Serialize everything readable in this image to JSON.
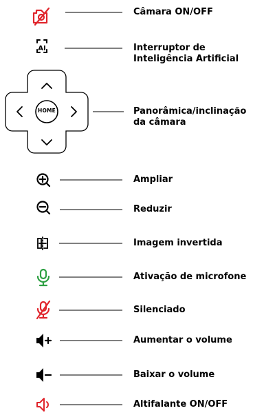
{
  "colors": {
    "red": "#e0242b",
    "green": "#2ea043",
    "ink": "#000000"
  },
  "home_button_text": "HOME",
  "items": [
    {
      "icon": "camera-off-icon",
      "label": "Câmara ON/OFF"
    },
    {
      "icon": "ai-icon",
      "label": "Interruptor de Inteligência Artificial"
    },
    {
      "icon": "dpad-icon",
      "label": "Panorâmica/inclinação da câmara"
    },
    {
      "icon": "zoom-in-icon",
      "label": "Ampliar"
    },
    {
      "icon": "zoom-out-icon",
      "label": "Reduzir"
    },
    {
      "icon": "mirror-image-icon",
      "label": "Imagem invertida"
    },
    {
      "icon": "microphone-icon",
      "label": "Ativação de microfone"
    },
    {
      "icon": "microphone-muted-icon",
      "label": "Silenciado"
    },
    {
      "icon": "volume-up-icon",
      "label": "Aumentar o volume"
    },
    {
      "icon": "volume-down-icon",
      "label": "Baixar o volume"
    },
    {
      "icon": "speaker-icon",
      "label": "Altifalante ON/OFF"
    }
  ]
}
